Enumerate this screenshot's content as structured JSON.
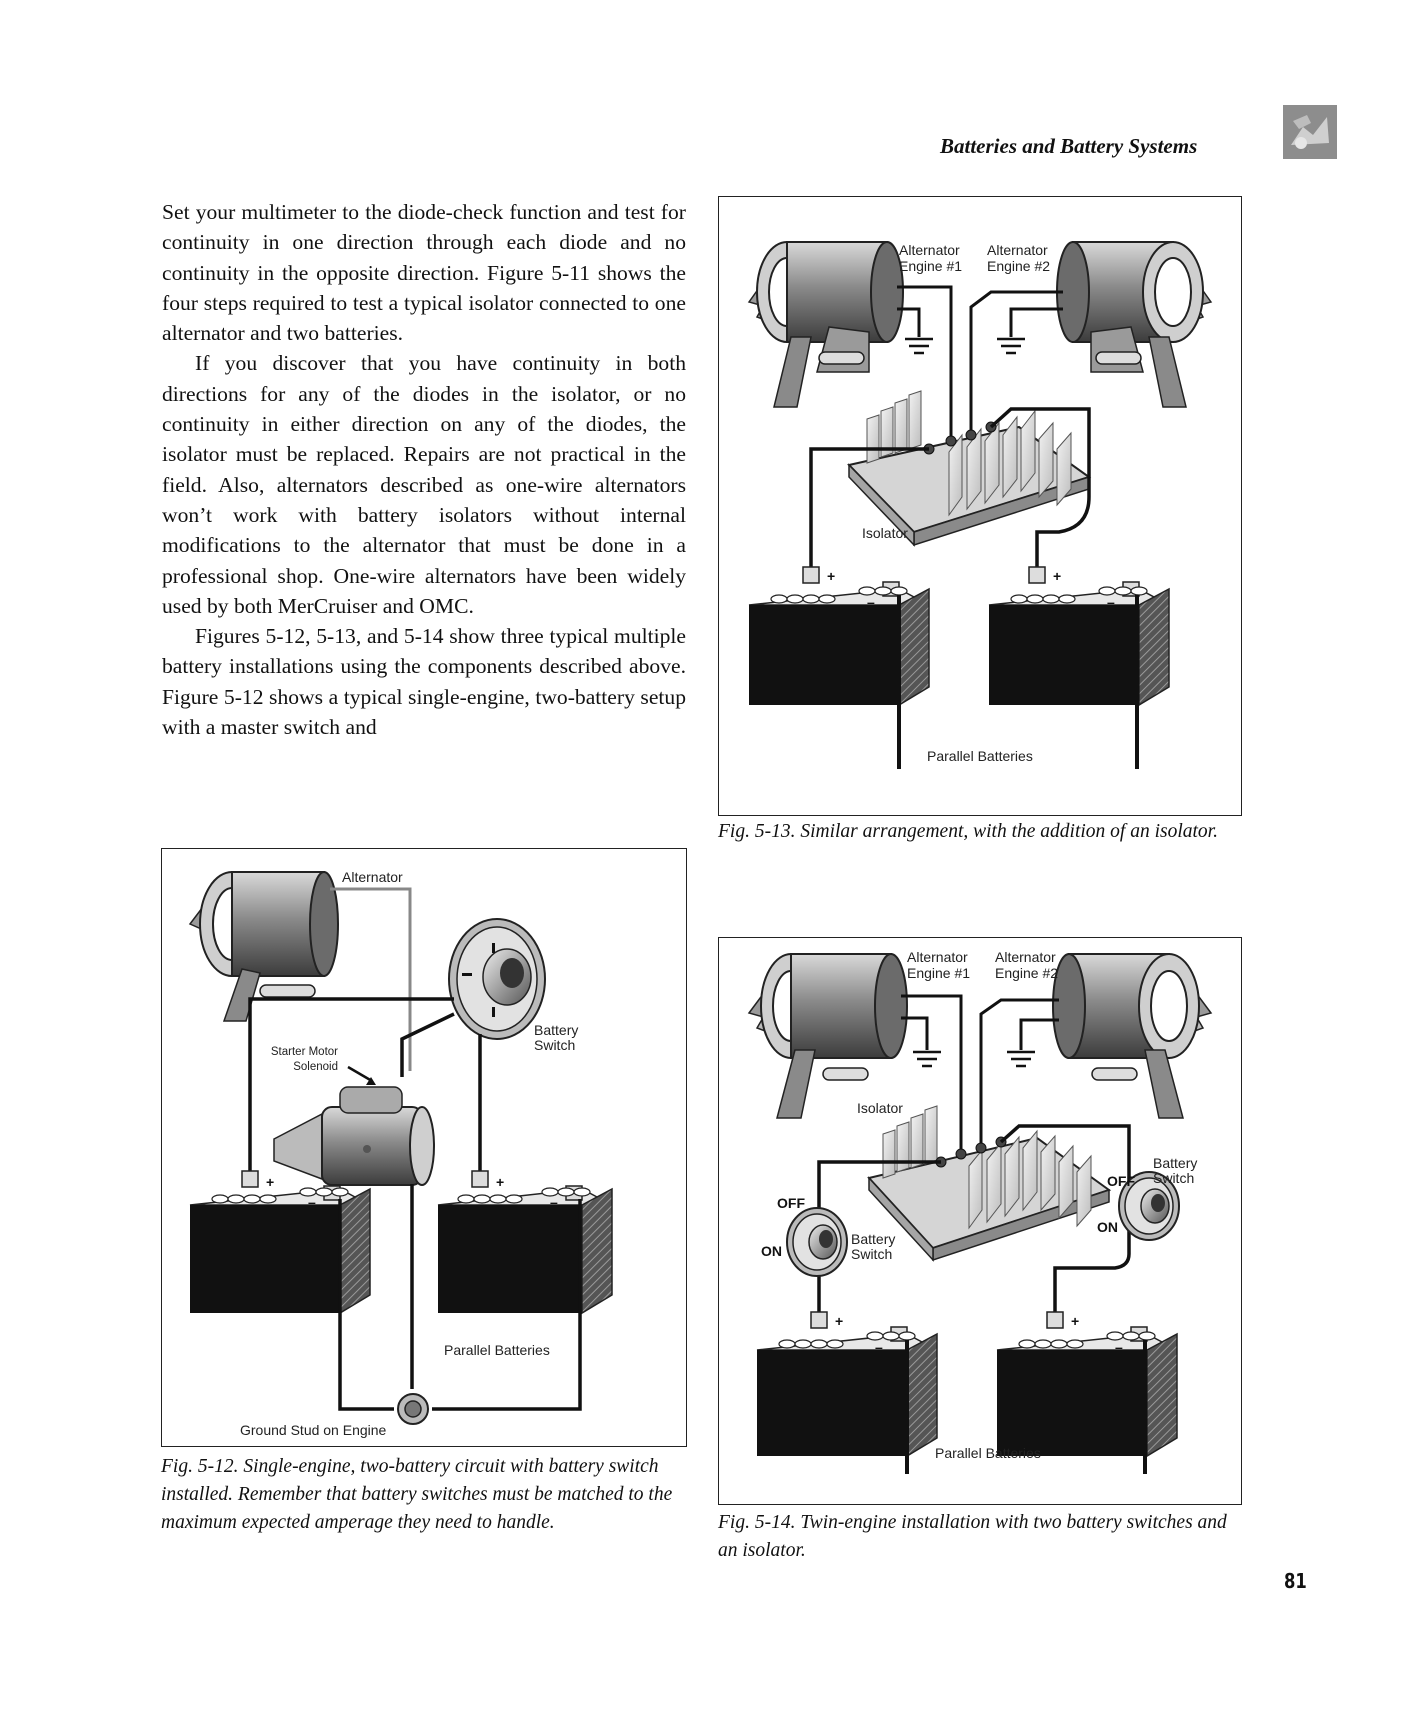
{
  "header": {
    "running_title": "Batteries and Battery Systems",
    "page_number": "81"
  },
  "body": {
    "paragraphs": [
      "Set your multimeter to the diode-check function and test for continuity in one direction through each diode and no continuity in the opposite direction. Figure 5-11 shows the four steps required to test a typical isolator connected to one alternator and two batteries.",
      "If you discover that you have continuity in both directions for any of the diodes in the isolator, or no continuity in either direction on any of the diodes, the isolator must be replaced. Repairs are not practical in the field. Also, alternators described as one-wire alternators won’t work with battery isolators without internal modifications to the alternator that must be done in a professional shop. One-wire alternators have been widely used by both MerCruiser and OMC.",
      "Figures 5-12, 5-13, and 5-14 show three typical multiple battery installations using the components described above. Figure 5-12 shows a typical single-engine, two-battery setup with a master switch and"
    ]
  },
  "figures": {
    "fig13": {
      "caption": "Fig. 5-13. Similar arrangement, with the addition of an isolator.",
      "labels": {
        "alt1_line1": "Alternator",
        "alt1_line2": "Engine #1",
        "alt2_line1": "Alternator",
        "alt2_line2": "Engine #2",
        "isolator": "Isolator",
        "batteries": "Parallel Batteries"
      }
    },
    "fig12": {
      "caption": "Fig. 5-12. Single-engine, two-battery circuit with battery switch installed. Remember that battery switches must be matched to the maximum expected amperage they need to handle.",
      "labels": {
        "alternator": "Alternator",
        "switch_line1": "Battery",
        "switch_line2": "Switch",
        "solenoid_line1": "Starter Motor",
        "solenoid_line2": "Solenoid",
        "batteries": "Parallel Batteries",
        "ground": "Ground Stud on Engine"
      }
    },
    "fig14": {
      "caption": "Fig. 5-14. Twin-engine installation with two battery switches and an isolator.",
      "labels": {
        "alt1_line1": "Alternator",
        "alt1_line2": "Engine #1",
        "alt2_line1": "Alternator",
        "alt2_line2": "Engine #2",
        "isolator": "Isolator",
        "switch1_line1": "Battery",
        "switch1_line2": "Switch",
        "switch2_line1": "Battery",
        "switch2_line2": "Switch",
        "off": "OFF",
        "on": "ON",
        "batteries": "Parallel Batteries"
      }
    }
  }
}
